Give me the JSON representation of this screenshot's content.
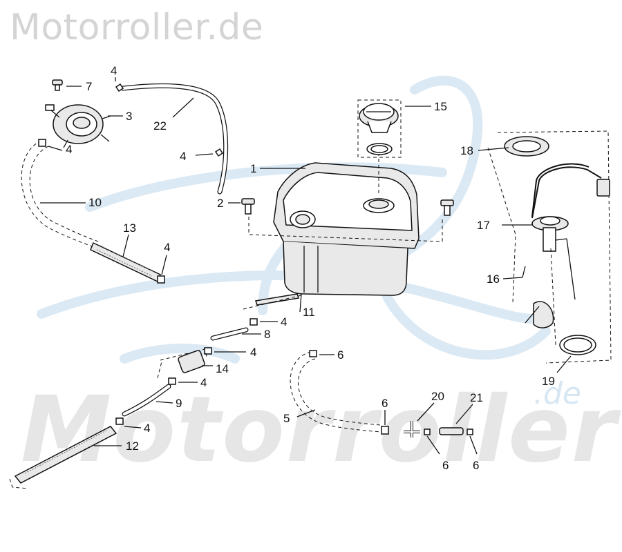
{
  "brand": "Motorroller.de",
  "watermark": {
    "main": "Motorroller",
    "sub": ".de"
  },
  "callouts": {
    "c1": "1",
    "c2": "2",
    "c3": "3",
    "c4a": "4",
    "c4b": "4",
    "c4c": "4",
    "c4d": "4",
    "c4e": "4",
    "c4f": "4",
    "c4g": "4",
    "c4h": "4",
    "c5": "5",
    "c6a": "6",
    "c6b": "6",
    "c6c": "6",
    "c6d": "6",
    "c7": "7",
    "c8": "8",
    "c9": "9",
    "c10": "10",
    "c11": "11",
    "c12": "12",
    "c13": "13",
    "c14": "14",
    "c15": "15",
    "c16": "16",
    "c17": "17",
    "c18": "18",
    "c19": "19",
    "c20": "20",
    "c21": "21",
    "c22": "22"
  }
}
